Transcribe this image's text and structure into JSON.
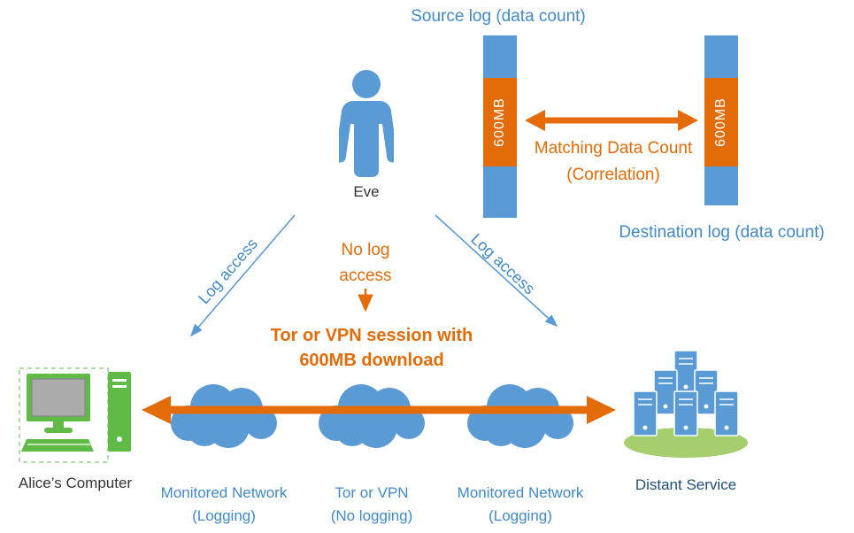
{
  "colors": {
    "shape_blue": "#5B9BD5",
    "text_blue": "#4189C9",
    "orange": "#E36C09",
    "green": "#5FBB46",
    "ellipse_green": "#A5CE6E",
    "dark_text": "#333333",
    "navy_text": "#1F4E79"
  },
  "correlation": {
    "source_log_label": "Source log (data count)",
    "destination_log_label": "Destination log (data count)",
    "source_bar_value": "600MB",
    "destination_bar_value": "600MB",
    "matching_label_line1": "Matching Data Count",
    "matching_label_line2": "(Correlation)"
  },
  "eve": {
    "name": "Eve",
    "left_arrow_label": "Log access",
    "right_arrow_label": "Log access",
    "no_log_access_line1": "No log",
    "no_log_access_line2": "access"
  },
  "session": {
    "line1": "Tor or VPN session with",
    "line2": "600MB download"
  },
  "endpoints": {
    "alice_label": "Alice’s Computer",
    "distant_service_label": "Distant Service"
  },
  "networks": [
    {
      "line1": "Monitored Network",
      "line2": "(Logging)"
    },
    {
      "line1": "Tor or VPN",
      "line2": "(No logging)"
    },
    {
      "line1": "Monitored Network",
      "line2": "(Logging)"
    }
  ]
}
